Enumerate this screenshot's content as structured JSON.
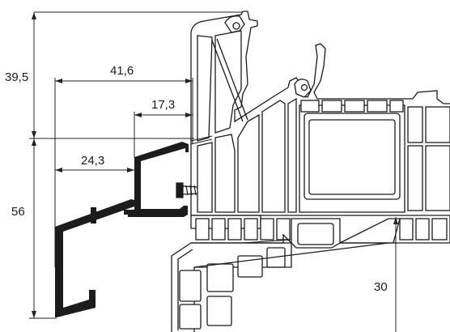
{
  "dimensions": {
    "overall_top": "39,5",
    "width_total": "41,6",
    "width_inner": "17,3",
    "width_lower": "24,3",
    "height_lower": "56",
    "height_right": "30"
  },
  "colors": {
    "line": "#1a1a1a",
    "profile_fill": "#ffffff",
    "metal": "#1c1c1c",
    "dim_line": "#222222"
  }
}
